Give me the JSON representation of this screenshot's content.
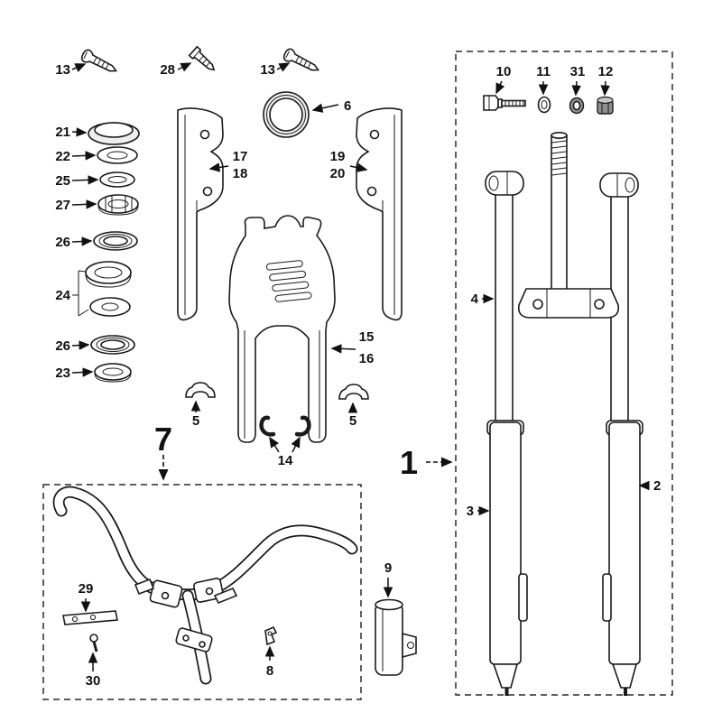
{
  "colors": {
    "line": "#1a1a1a",
    "background": "#ffffff"
  },
  "labels": {
    "p13a": "13",
    "p28": "28",
    "p13b": "13",
    "p6": "6",
    "p21": "21",
    "p22": "22",
    "p25": "25",
    "p27": "27",
    "p26a": "26",
    "p24": "24",
    "p26b": "26",
    "p23": "23",
    "p17": "17",
    "p18": "18",
    "p19": "19",
    "p20": "20",
    "p15": "15",
    "p16": "16",
    "p5a": "5",
    "p5b": "5",
    "p14": "14",
    "p7": "7",
    "p29": "29",
    "p30": "30",
    "p8": "8",
    "p9": "9",
    "p1": "1",
    "p2": "2",
    "p3": "3",
    "p4": "4",
    "p10": "10",
    "p11": "11",
    "p31": "31",
    "p12": "12"
  }
}
